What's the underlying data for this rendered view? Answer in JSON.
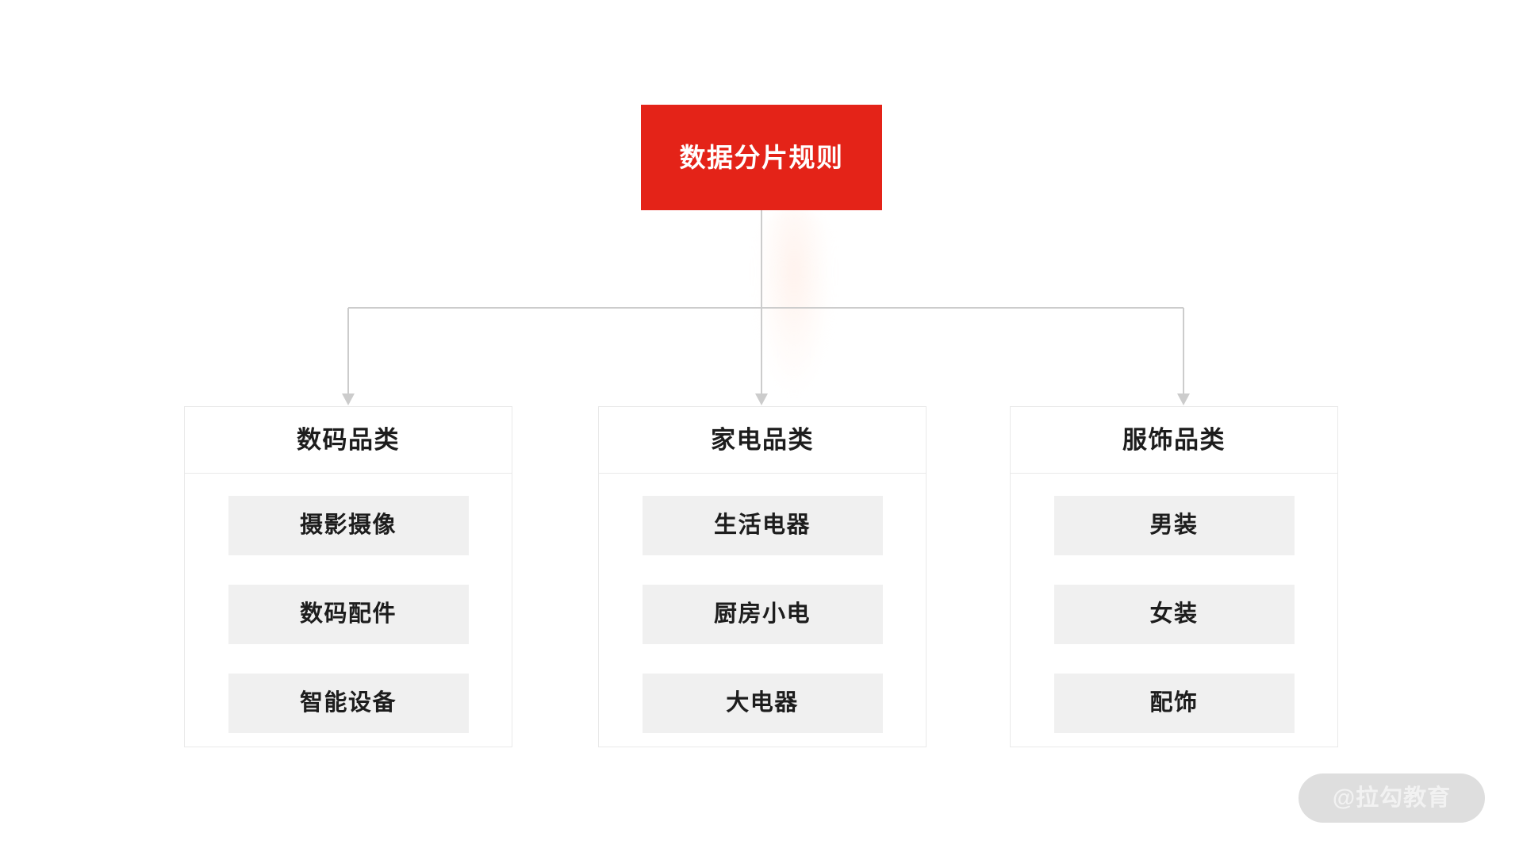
{
  "diagram": {
    "type": "tree",
    "root": {
      "label": "数据分片规则",
      "bg_color": "#E42318",
      "text_color": "#FFFFFF"
    },
    "connector_color": "#CCCCCC",
    "chip_bg_color": "#F0F0F0",
    "border_color": "#E9E9E9",
    "columns": [
      {
        "title": "数码品类",
        "items": [
          "摄影摄像",
          "数码配件",
          "智能设备"
        ]
      },
      {
        "title": "家电品类",
        "items": [
          "生活电器",
          "厨房小电",
          "大电器"
        ]
      },
      {
        "title": "服饰品类",
        "items": [
          "男装",
          "女装",
          "配饰"
        ]
      }
    ]
  },
  "watermark": {
    "label": "@拉勾教育"
  }
}
